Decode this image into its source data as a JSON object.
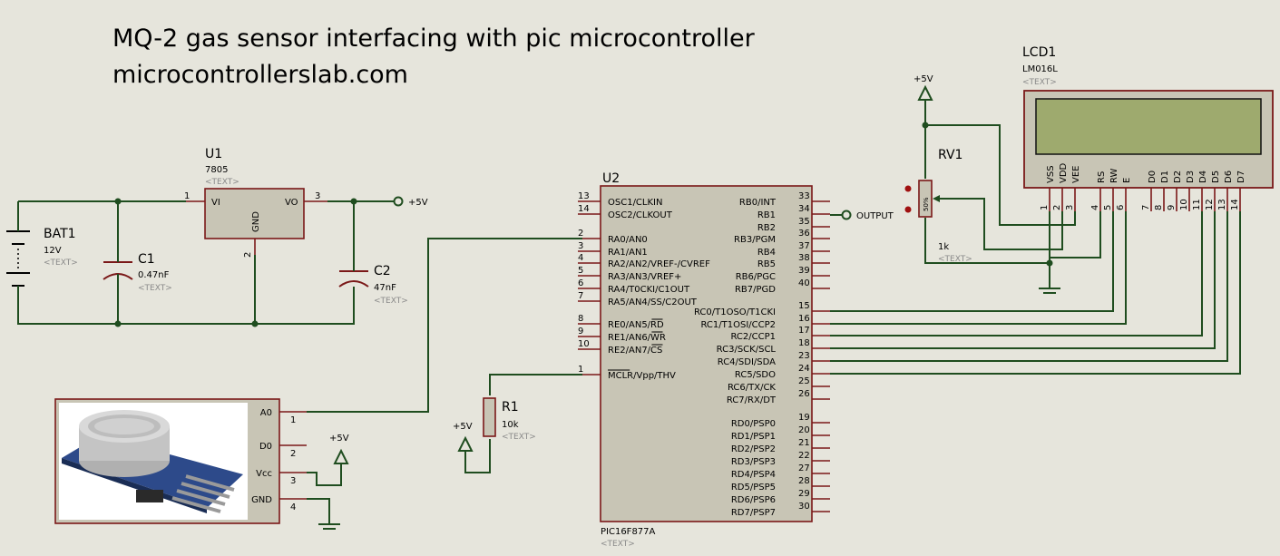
{
  "title": {
    "line1": "MQ-2 gas sensor interfacing with pic microcontroller",
    "line2": "microcontrollerslab.com"
  },
  "placeholder_text": "<TEXT>",
  "bat1": {
    "ref": "BAT1",
    "value": "12V"
  },
  "c1": {
    "ref": "C1",
    "value": "0.47nF"
  },
  "c2": {
    "ref": "C2",
    "value": "47nF"
  },
  "u1": {
    "ref": "U1",
    "part": "7805",
    "pin_vi": "VI",
    "pin_vo": "VO",
    "pin_gnd": "GND",
    "num_vi": "1",
    "num_vo": "3",
    "num_gnd": "2"
  },
  "supply_label": "+5V",
  "u2": {
    "ref": "U2",
    "part": "PIC16F877A",
    "left_pins": [
      {
        "num": "13",
        "name": "OSC1/CLKIN"
      },
      {
        "num": "14",
        "name": "OSC2/CLKOUT"
      },
      {
        "num": "2",
        "name": "RA0/AN0"
      },
      {
        "num": "3",
        "name": "RA1/AN1"
      },
      {
        "num": "4",
        "name": "RA2/AN2/VREF-/CVREF"
      },
      {
        "num": "5",
        "name": "RA3/AN3/VREF+"
      },
      {
        "num": "6",
        "name": "RA4/T0CKI/C1OUT"
      },
      {
        "num": "7",
        "name": "RA5/AN4/SS/C2OUT"
      },
      {
        "num": "8",
        "name": "RE0/AN5/RD"
      },
      {
        "num": "9",
        "name": "RE1/AN6/WR"
      },
      {
        "num": "10",
        "name": "RE2/AN7/CS"
      },
      {
        "num": "1",
        "name": "MCLR/Vpp/THV"
      }
    ],
    "right_pins": [
      {
        "num": "33",
        "name": "RB0/INT"
      },
      {
        "num": "34",
        "name": "RB1"
      },
      {
        "num": "35",
        "name": "RB2"
      },
      {
        "num": "36",
        "name": "RB3/PGM"
      },
      {
        "num": "37",
        "name": "RB4"
      },
      {
        "num": "38",
        "name": "RB5"
      },
      {
        "num": "39",
        "name": "RB6/PGC"
      },
      {
        "num": "40",
        "name": "RB7/PGD"
      },
      {
        "num": "15",
        "name": "RC0/T1OSO/T1CKI"
      },
      {
        "num": "16",
        "name": "RC1/T1OSI/CCP2"
      },
      {
        "num": "17",
        "name": "RC2/CCP1"
      },
      {
        "num": "18",
        "name": "RC3/SCK/SCL"
      },
      {
        "num": "23",
        "name": "RC4/SDI/SDA"
      },
      {
        "num": "24",
        "name": "RC5/SDO"
      },
      {
        "num": "25",
        "name": "RC6/TX/CK"
      },
      {
        "num": "26",
        "name": "RC7/RX/DT"
      },
      {
        "num": "19",
        "name": "RD0/PSP0"
      },
      {
        "num": "20",
        "name": "RD1/PSP1"
      },
      {
        "num": "21",
        "name": "RD2/PSP2"
      },
      {
        "num": "22",
        "name": "RD3/PSP3"
      },
      {
        "num": "27",
        "name": "RD4/PSP4"
      },
      {
        "num": "28",
        "name": "RD5/PSP5"
      },
      {
        "num": "29",
        "name": "RD6/PSP6"
      },
      {
        "num": "30",
        "name": "RD7/PSP7"
      }
    ]
  },
  "output_label": "OUTPUT",
  "r1": {
    "ref": "R1",
    "value": "10k"
  },
  "rv1": {
    "ref": "RV1",
    "value": "1k",
    "body_text": "50%"
  },
  "lcd1": {
    "ref": "LCD1",
    "part": "LM016L",
    "pins": [
      {
        "num": "1",
        "name": "VSS"
      },
      {
        "num": "2",
        "name": "VDD"
      },
      {
        "num": "3",
        "name": "VEE"
      },
      {
        "num": "4",
        "name": "RS"
      },
      {
        "num": "5",
        "name": "RW"
      },
      {
        "num": "6",
        "name": "E"
      },
      {
        "num": "7",
        "name": "D0"
      },
      {
        "num": "8",
        "name": "D1"
      },
      {
        "num": "9",
        "name": "D2"
      },
      {
        "num": "10",
        "name": "D3"
      },
      {
        "num": "11",
        "name": "D4"
      },
      {
        "num": "12",
        "name": "D5"
      },
      {
        "num": "13",
        "name": "D6"
      },
      {
        "num": "14",
        "name": "D7"
      }
    ]
  },
  "sensor": {
    "pins": [
      {
        "num": "1",
        "name": "A0"
      },
      {
        "num": "2",
        "name": "D0"
      },
      {
        "num": "3",
        "name": "Vcc"
      },
      {
        "num": "4",
        "name": "GND"
      }
    ]
  },
  "colors": {
    "wire": "#1f4d1f",
    "pin": "#7a1818",
    "body": "#c8c5b5",
    "lcd_screen": "#9eaa6e",
    "background": "#e6e5dc"
  }
}
